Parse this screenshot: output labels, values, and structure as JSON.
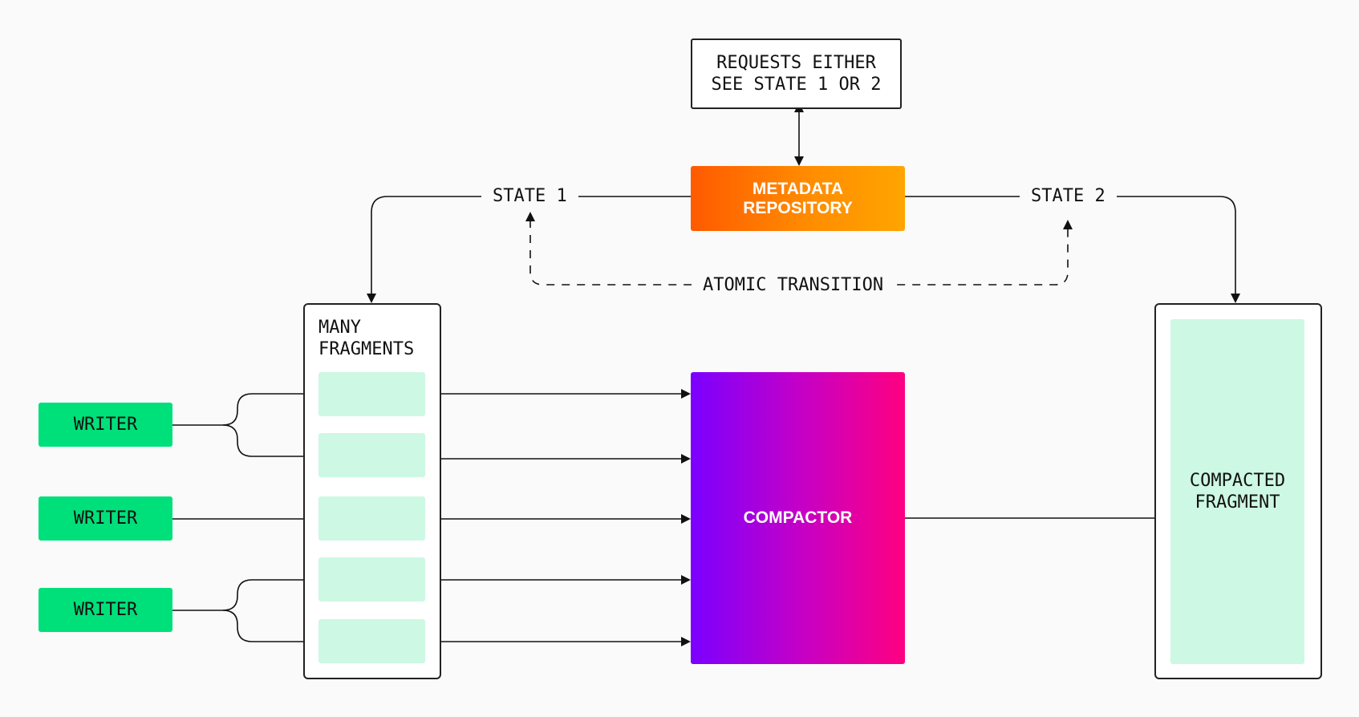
{
  "requests_box": {
    "text": "REQUESTS EITHER\nSEE STATE 1 OR 2"
  },
  "metadata_repository": {
    "text": "METADATA\nREPOSITORY",
    "gradient": [
      "#ff5a00",
      "#ffa500"
    ]
  },
  "state1": {
    "label": "STATE 1"
  },
  "state2": {
    "label": "STATE 2"
  },
  "atomic_transition": {
    "label": "ATOMIC TRANSITION"
  },
  "many_fragments": {
    "title": "MANY\nFRAGMENTS",
    "fragment_color": "#cdf8e3"
  },
  "compactor": {
    "text": "COMPACTOR",
    "gradient": [
      "#7a00ff",
      "#ff0080"
    ]
  },
  "compacted_fragment": {
    "text": "COMPACTED\nFRAGMENT"
  },
  "writers": [
    {
      "label": "WRITER"
    },
    {
      "label": "WRITER"
    },
    {
      "label": "WRITER"
    }
  ],
  "colors": {
    "writer": "#00e07a",
    "stroke": "#111111",
    "background": "#fafafa"
  }
}
